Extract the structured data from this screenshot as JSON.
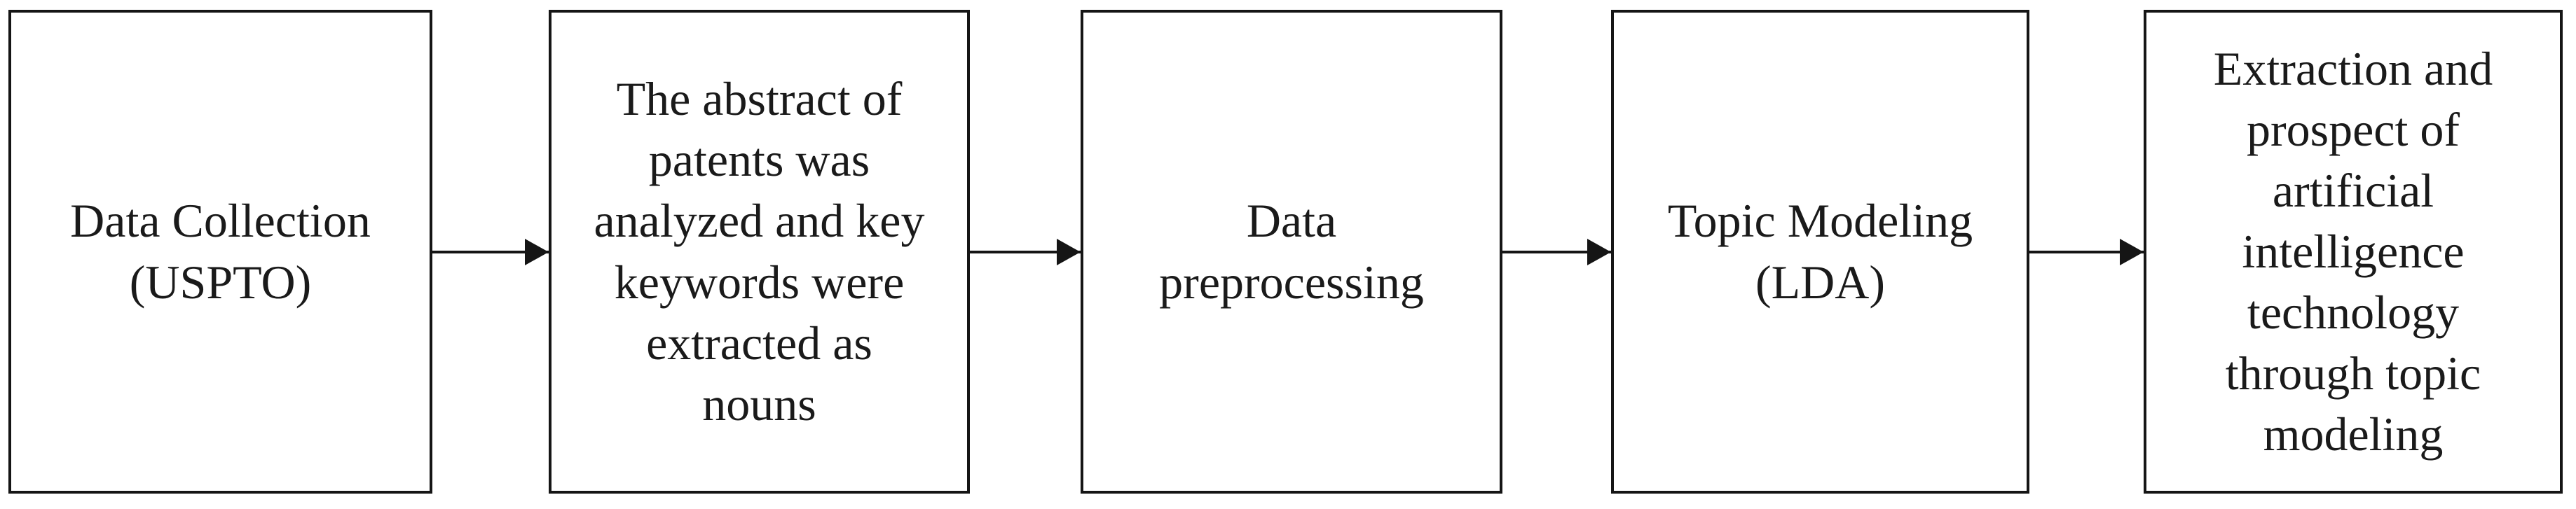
{
  "diagram": {
    "type": "flowchart",
    "direction": "left-to-right",
    "colors": {
      "background": "#ffffff",
      "border": "#151515",
      "text": "#1a1a1a",
      "arrow": "#151515"
    },
    "arrows": {
      "count": 4,
      "direction": "right"
    },
    "boxes": [
      {
        "label": "Data Collection\n(USPTO)"
      },
      {
        "label": "The abstract of\npatents was\nanalyzed and key\nkeywords were\nextracted as\nnouns"
      },
      {
        "label": "Data\npreprocessing"
      },
      {
        "label": "Topic Modeling\n(LDA)"
      },
      {
        "label": "Extraction and\nprospect of\nartificial\nintelligence\ntechnology\nthrough topic\nmodeling"
      }
    ]
  }
}
